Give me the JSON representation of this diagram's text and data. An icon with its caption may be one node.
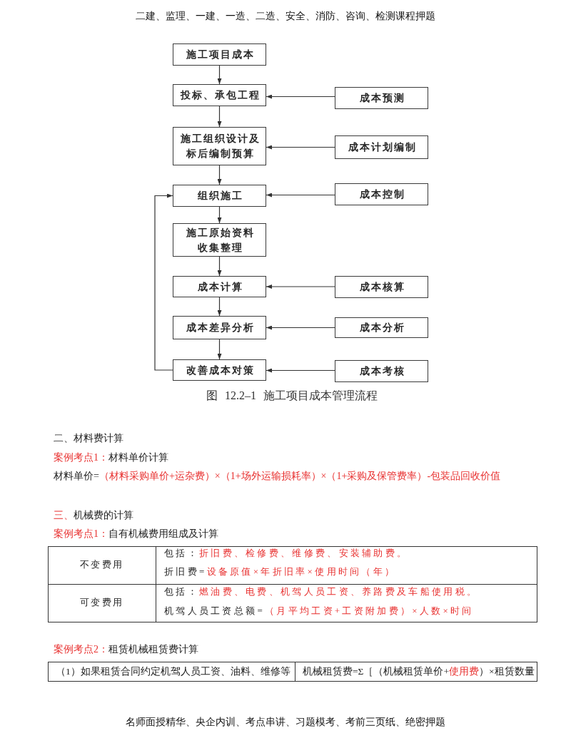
{
  "diagram": {
    "caption": "图 12.2–1 施工项目成本管理流程",
    "nodes": [
      {
        "text": [
          "施工项目成本"
        ]
      },
      {
        "text": [
          "投标、承包工程"
        ]
      },
      {
        "text": [
          "成本预测"
        ]
      },
      {
        "text": [
          "施工组织设计及标后编制预算"
        ]
      },
      {
        "text": [
          "成本计划编制"
        ]
      },
      {
        "text": [
          "组织施工"
        ]
      },
      {
        "text": [
          "成本控制"
        ]
      },
      {
        "text": [
          "施工原始资料收集整理"
        ]
      },
      {
        "text": [
          "成本计算"
        ]
      },
      {
        "text": [
          "成本核算"
        ]
      },
      {
        "text": [
          "成本差异分析"
        ]
      },
      {
        "text": [
          "成本分析"
        ]
      },
      {
        "text": [
          "改善成本对策"
        ]
      },
      {
        "text": [
          "成本考核"
        ]
      }
    ],
    "edges": [
      {
        "from": 0,
        "to": 1,
        "arrow": "to"
      },
      {
        "from": 2,
        "to": 1,
        "arrow": "to"
      },
      {
        "from": 1,
        "to": 3,
        "arrow": "to"
      },
      {
        "from": 4,
        "to": 3,
        "arrow": "to"
      },
      {
        "from": 3,
        "to": 5,
        "arrow": "to"
      },
      {
        "from": 6,
        "to": 5,
        "arrow": "to"
      },
      {
        "from": 5,
        "to": 7,
        "arrow": "to"
      },
      {
        "from": 7,
        "to": 8,
        "arrow": "to"
      },
      {
        "from": 9,
        "to": 8,
        "arrow": "to"
      },
      {
        "from": 8,
        "to": 10,
        "arrow": "to"
      },
      {
        "from": 11,
        "to": 10,
        "arrow": "to"
      },
      {
        "from": 10,
        "to": 12,
        "arrow": "to"
      },
      {
        "from": 13,
        "to": 12,
        "arrow": "to"
      },
      {
        "from": 12,
        "to": 5,
        "arrow": "to"
      }
    ],
    "labels": [
      "二建、监理、一建、一造、二造、安全、消防、咨询、检测课程押题",
      "二、材料费计算",
      "案例考点1：",
      "材料单价计算",
      "材料单价=",
      "（材料采购单价+运杂费）×（1+场外运输损耗率）×（1+采购及保管费率）-包装品回收价值",
      "三、",
      "机械费的计算",
      "案例考点1：",
      "自有机械费用组成及计算",
      "不变费用",
      "包括：",
      "折旧费、检修费、维修费、安装辅助费。",
      "折旧费=",
      "设备原值×年折旧率×使用时间（年）",
      "可变费用",
      "包括：",
      "燃油费、电费、机驾人员工资、养路费及车船使用税。",
      "机驾人员工资总额=",
      "（月平均工资+工资附加费）×人数×时间",
      "案例考点2：",
      "租赁机械租赁费计算",
      "（1）如果租赁合同约定机驾人员工资、油料、维修等",
      "机械租赁费=Σ［（机械租赁单价+",
      "使用费",
      "）×租赁数量",
      "名师面授精华、央企内训、考点串讲、习题模考、考前三页纸、绝密押题"
    ]
  }
}
